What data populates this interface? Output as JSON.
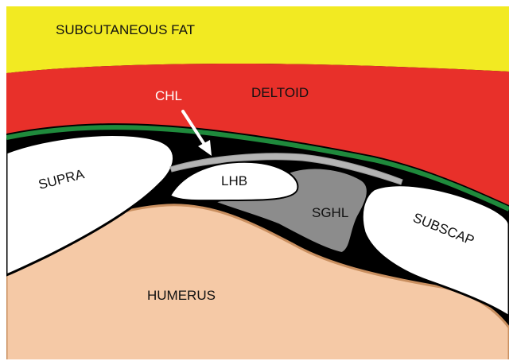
{
  "labels": {
    "subcutaneous_fat": "SUBCUTANEOUS FAT",
    "deltoid": "DELTOID",
    "chl": "CHL",
    "supra": "SUPRA",
    "lhb": "LHB",
    "sghl": "SGHL",
    "subscap": "SUBSCAP",
    "humerus": "HUMERUS"
  },
  "colors": {
    "fat": "#f2ea22",
    "deltoid": "#e8302a",
    "membrane": "#1f8a3c",
    "joint_space": "#000000",
    "tendon": "#ffffff",
    "ligament": "#8c8c8c",
    "humerus": "#f5c9a6",
    "cortex": "#c98f5f"
  }
}
